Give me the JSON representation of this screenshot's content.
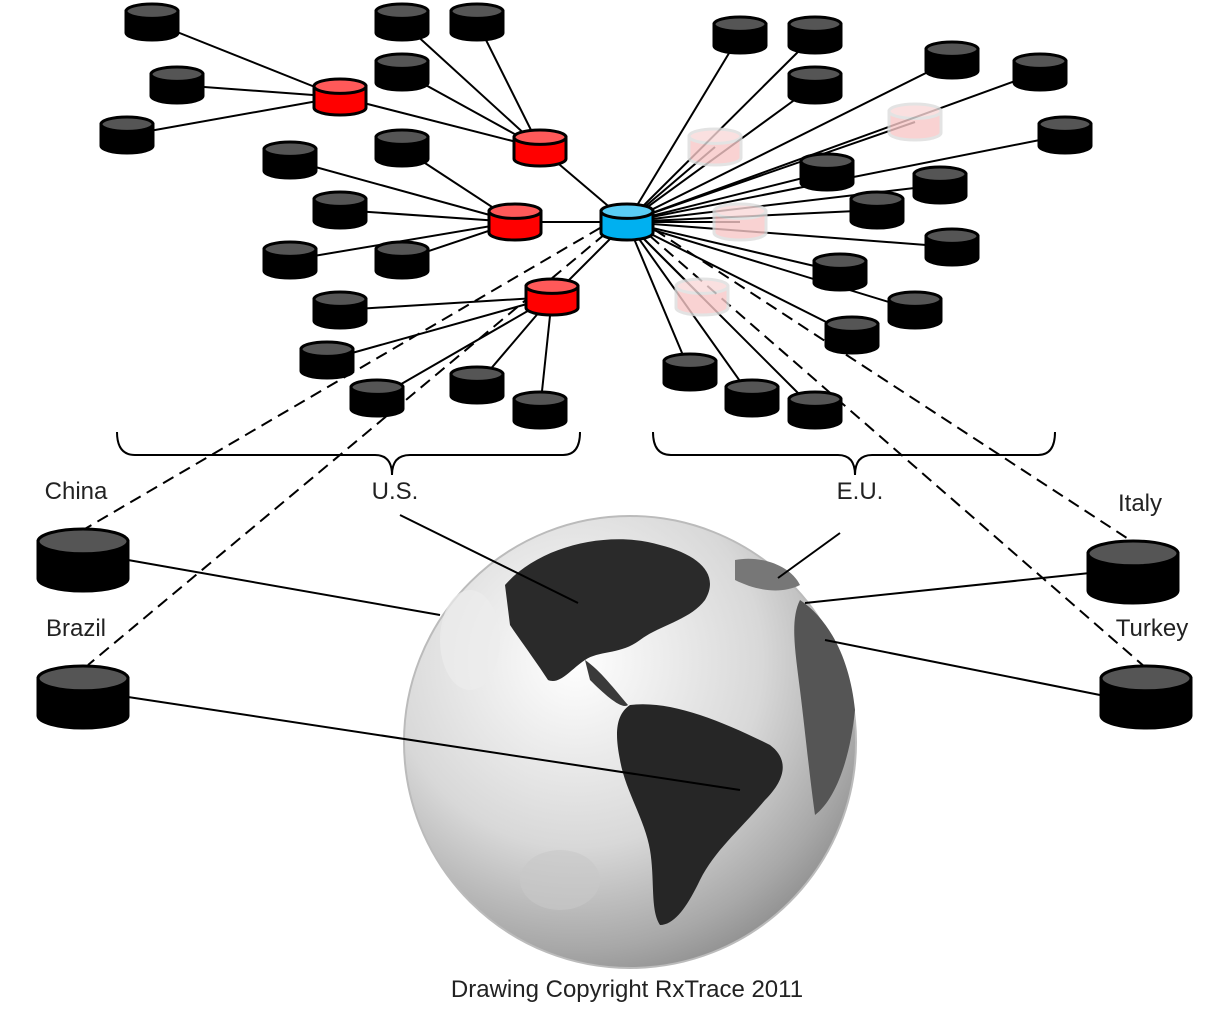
{
  "labels": {
    "china": "China",
    "us": "U.S.",
    "eu": "E.U.",
    "italy": "Italy",
    "brazil": "Brazil",
    "turkey": "Turkey"
  },
  "caption": "Drawing Copyright RxTrace 2011",
  "colors": {
    "hub": "#00b0f0",
    "regional_hub": "#ff0000",
    "node": "#000000",
    "faded_node": "#f8c8c8"
  }
}
